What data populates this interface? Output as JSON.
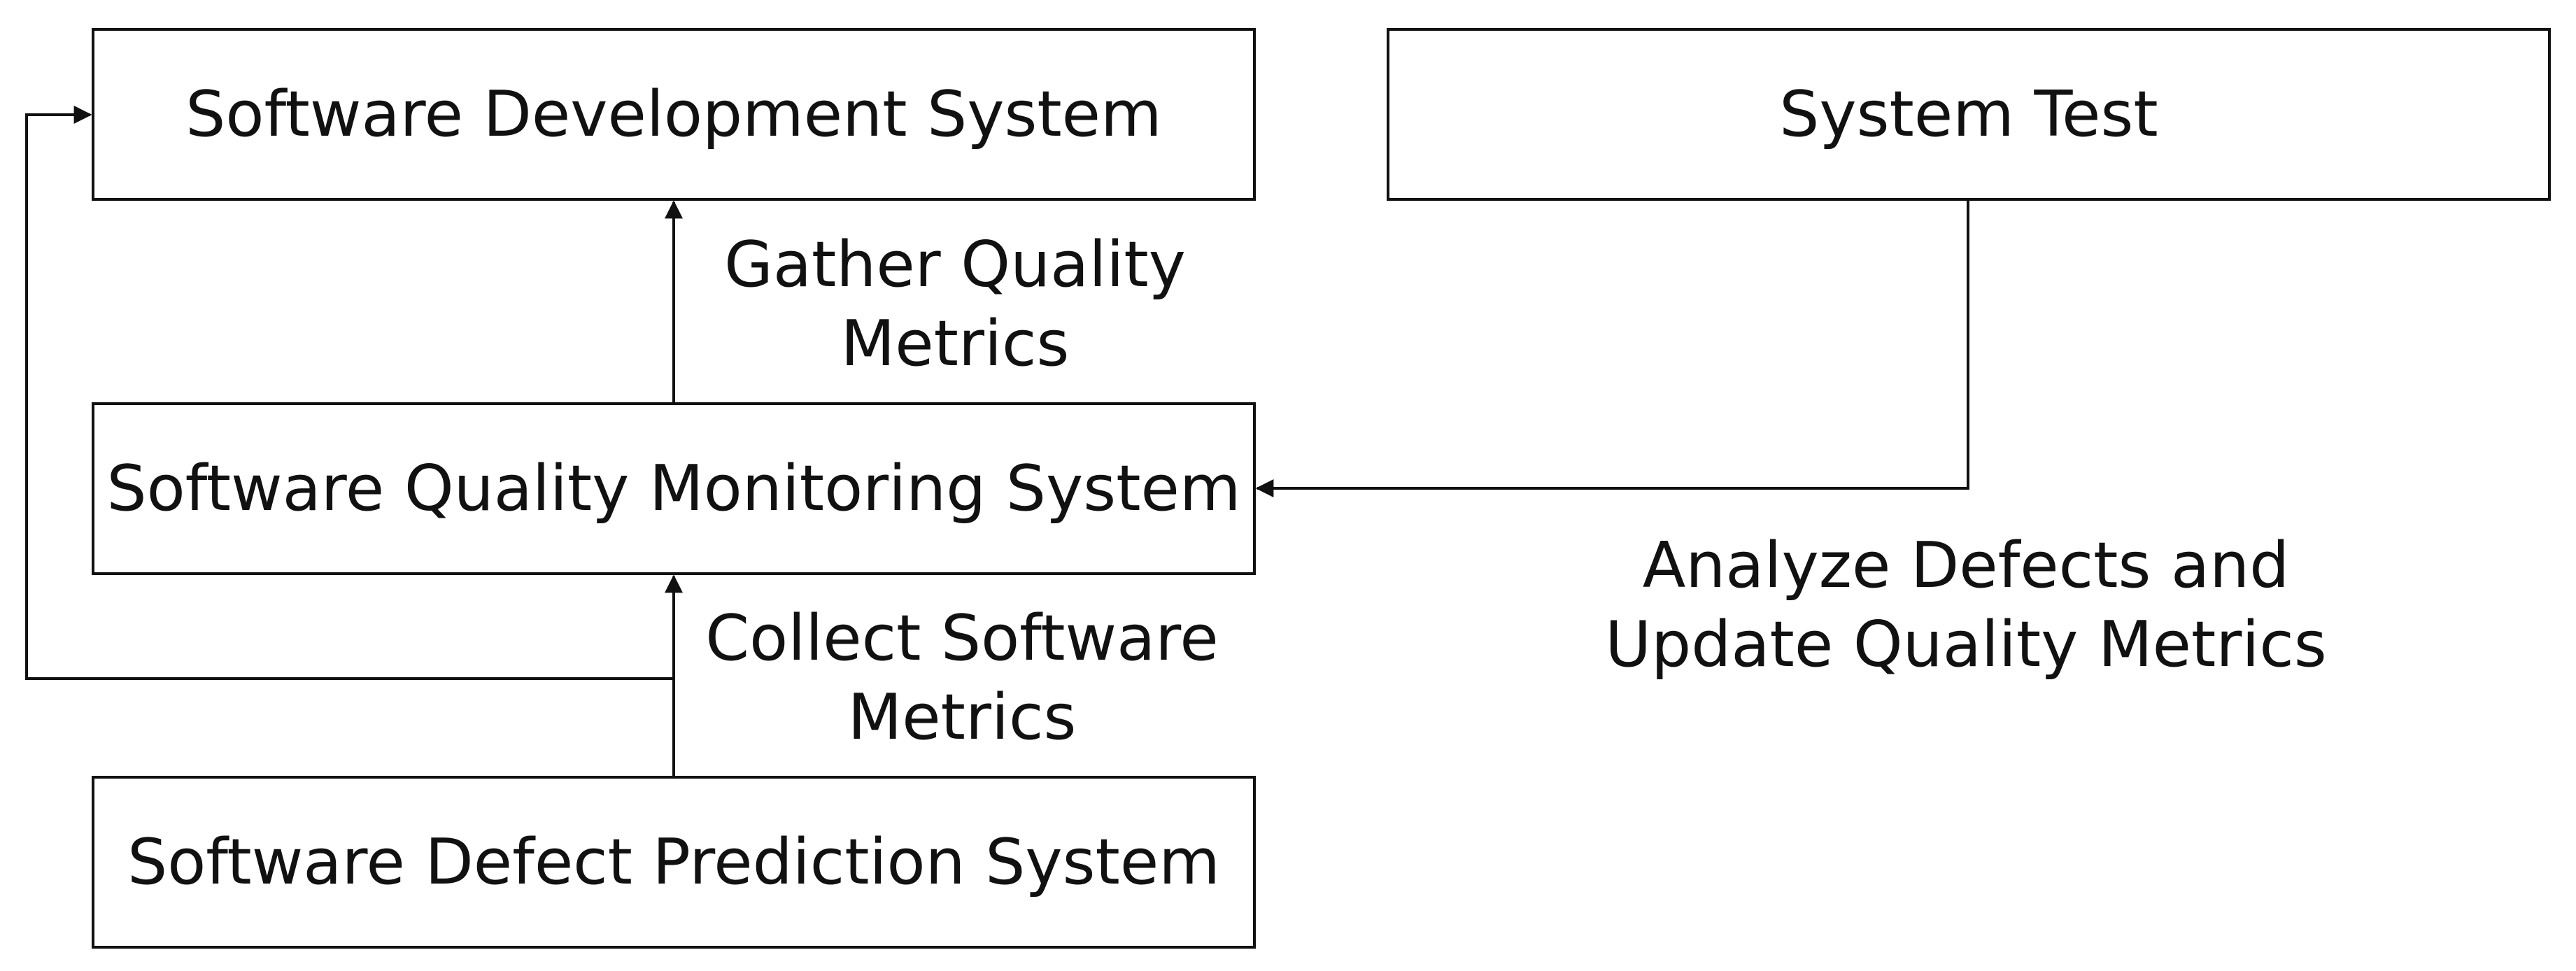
{
  "boxes": {
    "development": "Software Development System",
    "test": "System Test",
    "monitoring": "Software Quality Monitoring System",
    "defect_prediction": "Software Defect Prediction System"
  },
  "labels": {
    "gather": [
      "Gather Quality",
      "Metrics"
    ],
    "collect": [
      "Collect Software",
      "Metrics"
    ],
    "analyze": [
      "Analyze Defects and",
      "Update Quality Metrics"
    ]
  },
  "colors": {
    "stroke": "#111111",
    "background": "#ffffff"
  }
}
